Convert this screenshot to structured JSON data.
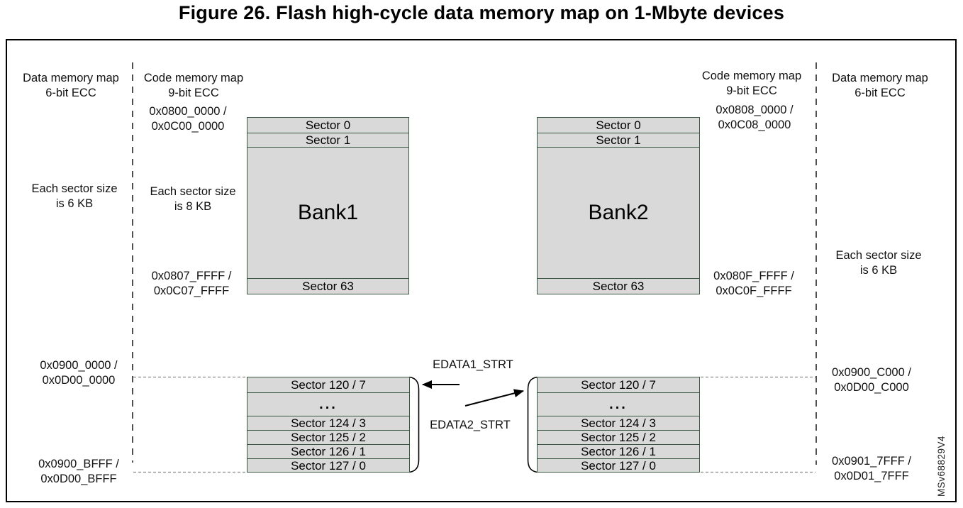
{
  "title": "Figure 26. Flash high-cycle data memory map on 1-Mbyte devices",
  "left_side": {
    "data_map": "Data memory map\n6-bit ECC",
    "code_map": "Code memory map\n9-bit ECC",
    "sector_size_data": "Each sector size\nis 6 KB",
    "sector_size_code": "Each sector size\nis 8 KB",
    "bank1_start_addr": "0x0800_0000 /\n0x0C00_0000",
    "bank1_end_addr": "0x0807_FFFF /\n0x0C07_FFFF",
    "edata_start_addr": "0x0900_0000 /\n0x0D00_0000",
    "edata_end_addr": "0x0900_BFFF /\n0x0D00_BFFF"
  },
  "right_side": {
    "data_map": "Data  memory map\n6-bit ECC",
    "code_map": "Code memory map\n9-bit ECC",
    "sector_size_data": "Each sector size\nis 6 KB",
    "bank2_start_addr": "0x0808_0000 /\n0x0C08_0000",
    "bank2_end_addr": "0x080F_FFFF /\n0x0C0F_FFFF",
    "edata_start_addr": "0x0900_C000 /\n0x0D00_C000",
    "edata_end_addr": "0x0901_7FFF /\n0x0D01_7FFF"
  },
  "bank1": {
    "name": "Bank1",
    "rows": [
      "Sector 0",
      "Sector 1",
      "Sector 63"
    ]
  },
  "bank2": {
    "name": "Bank2",
    "rows": [
      "Sector 0",
      "Sector 1",
      "Sector 63"
    ]
  },
  "edata_rows": [
    "Sector 120 / 7",
    "...",
    "Sector 124 / 3",
    "Sector 125 / 2",
    "Sector 126 / 1",
    "Sector 127 / 0"
  ],
  "pointers": {
    "edata1": "EDATA1_STRT",
    "edata2": "EDATA2_STRT"
  },
  "watermark": "MSv68829V4",
  "colors": {
    "box_fill": "#d9d9d9",
    "box_border": "#3a5741",
    "line_dark": "#3c3c3c",
    "line_gray": "#888888"
  }
}
